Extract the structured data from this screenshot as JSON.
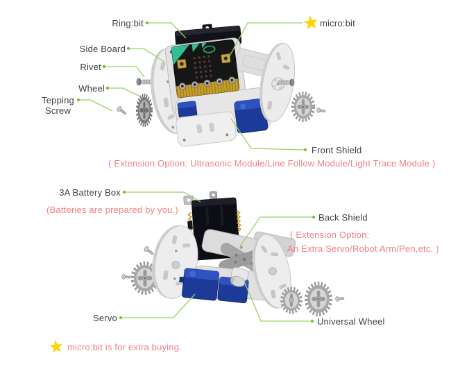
{
  "palette": {
    "label_text": "#3f3f3f",
    "leader_line_green": "#9ccf63",
    "leader_dot_green": "#7dbf3f",
    "note_pink": "#f28080",
    "star_yellow": "#ffd400",
    "servo_blue": "#1d3a99",
    "microbit_teal": "#2fbf92"
  },
  "top_diagram": {
    "labels": {
      "ring_bit": "Ring:bit",
      "side_board": "Side Board",
      "rivet": "Rivet",
      "wheel": "Wheel",
      "tepping_screw_line1": "Tepping",
      "tepping_screw_line2": "Screw",
      "micro_bit": "micro:bit",
      "front_shield": "Front Shield"
    },
    "extension_note": "( Extension Option: Ultrasonic Module/Line Follow Module/Light Trace Module )"
  },
  "bottom_diagram": {
    "labels": {
      "battery_box": "3A Battery Box",
      "batteries_note": "(Batteries are prepared by you.)",
      "back_shield": "Back Shield",
      "servo": "Servo",
      "universal_wheel": "Universal Wheel"
    },
    "extension_note_line1": "( Extension Option:",
    "extension_note_line2": "An Extra Servo/Robot Arm/Pen,etc. )"
  },
  "footer_note": "micro:bit is for extra buying."
}
